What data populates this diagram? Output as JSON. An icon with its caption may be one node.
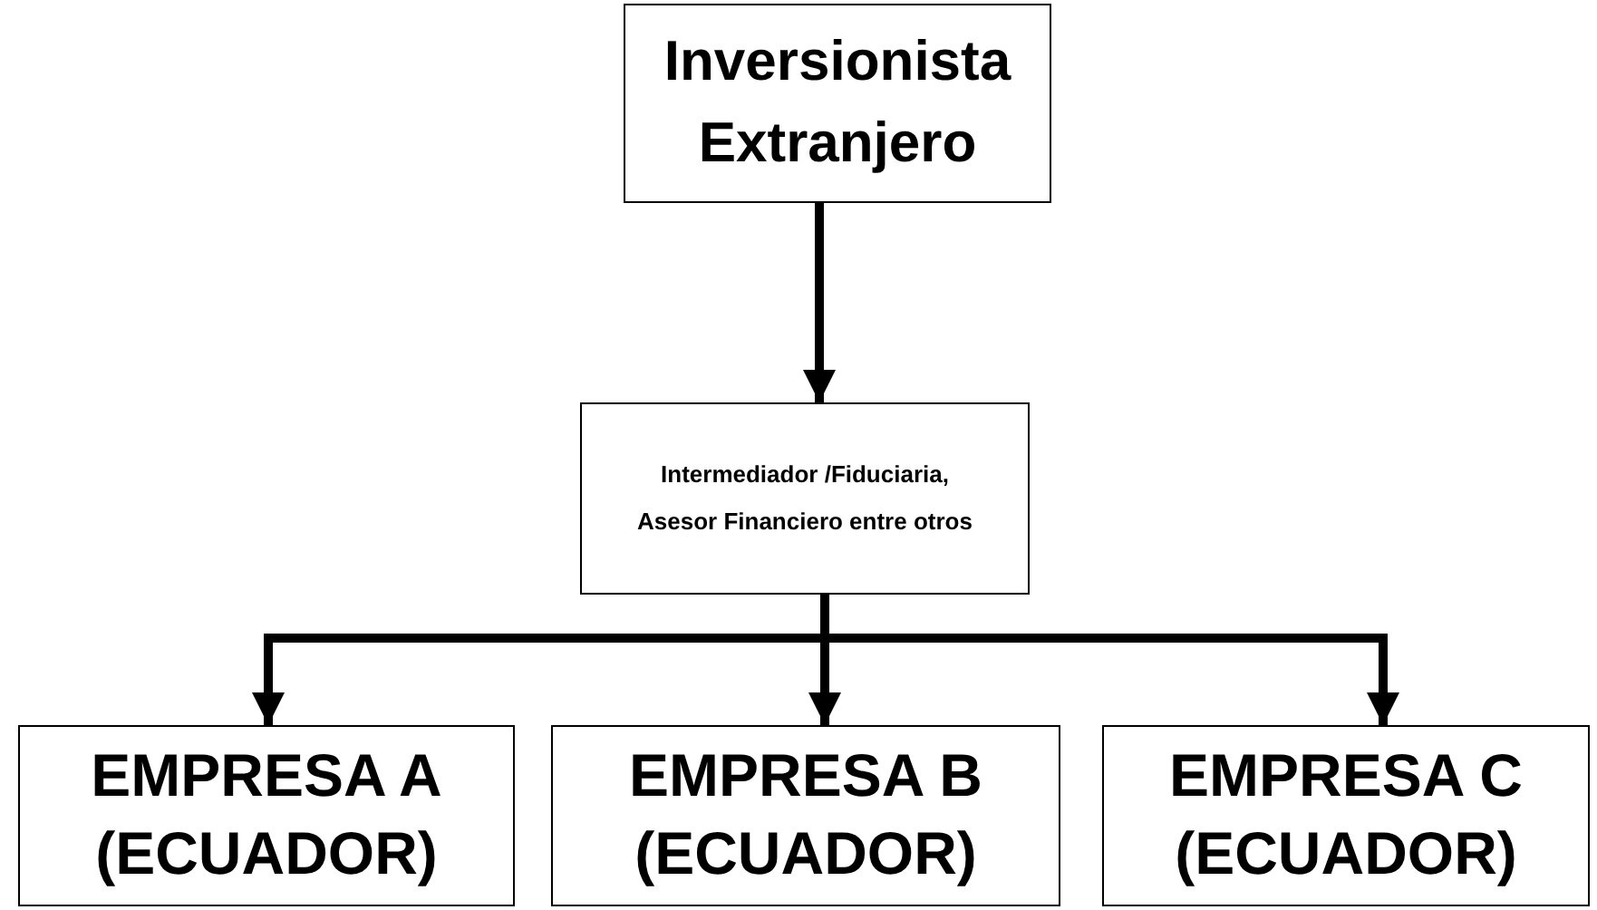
{
  "diagram": {
    "nodes": [
      {
        "text": [
          "Inversionista Extranjero"
        ]
      },
      {
        "text": [
          "Intermediador /Fiduciaria, Asesor Financiero entre otros"
        ]
      },
      {
        "text": [
          "EMPRESA A (ECUADOR)"
        ]
      },
      {
        "text": [
          "EMPRESA B (ECUADOR)"
        ]
      },
      {
        "text": [
          "EMPRESA C (ECUADOR)"
        ]
      }
    ],
    "edges": [
      {
        "from": 0,
        "to": 1,
        "arrow": "to"
      },
      {
        "from": 1,
        "to": 2,
        "arrow": "to"
      },
      {
        "from": 1,
        "to": 3,
        "arrow": "to"
      },
      {
        "from": 1,
        "to": 4,
        "arrow": "to"
      }
    ]
  }
}
